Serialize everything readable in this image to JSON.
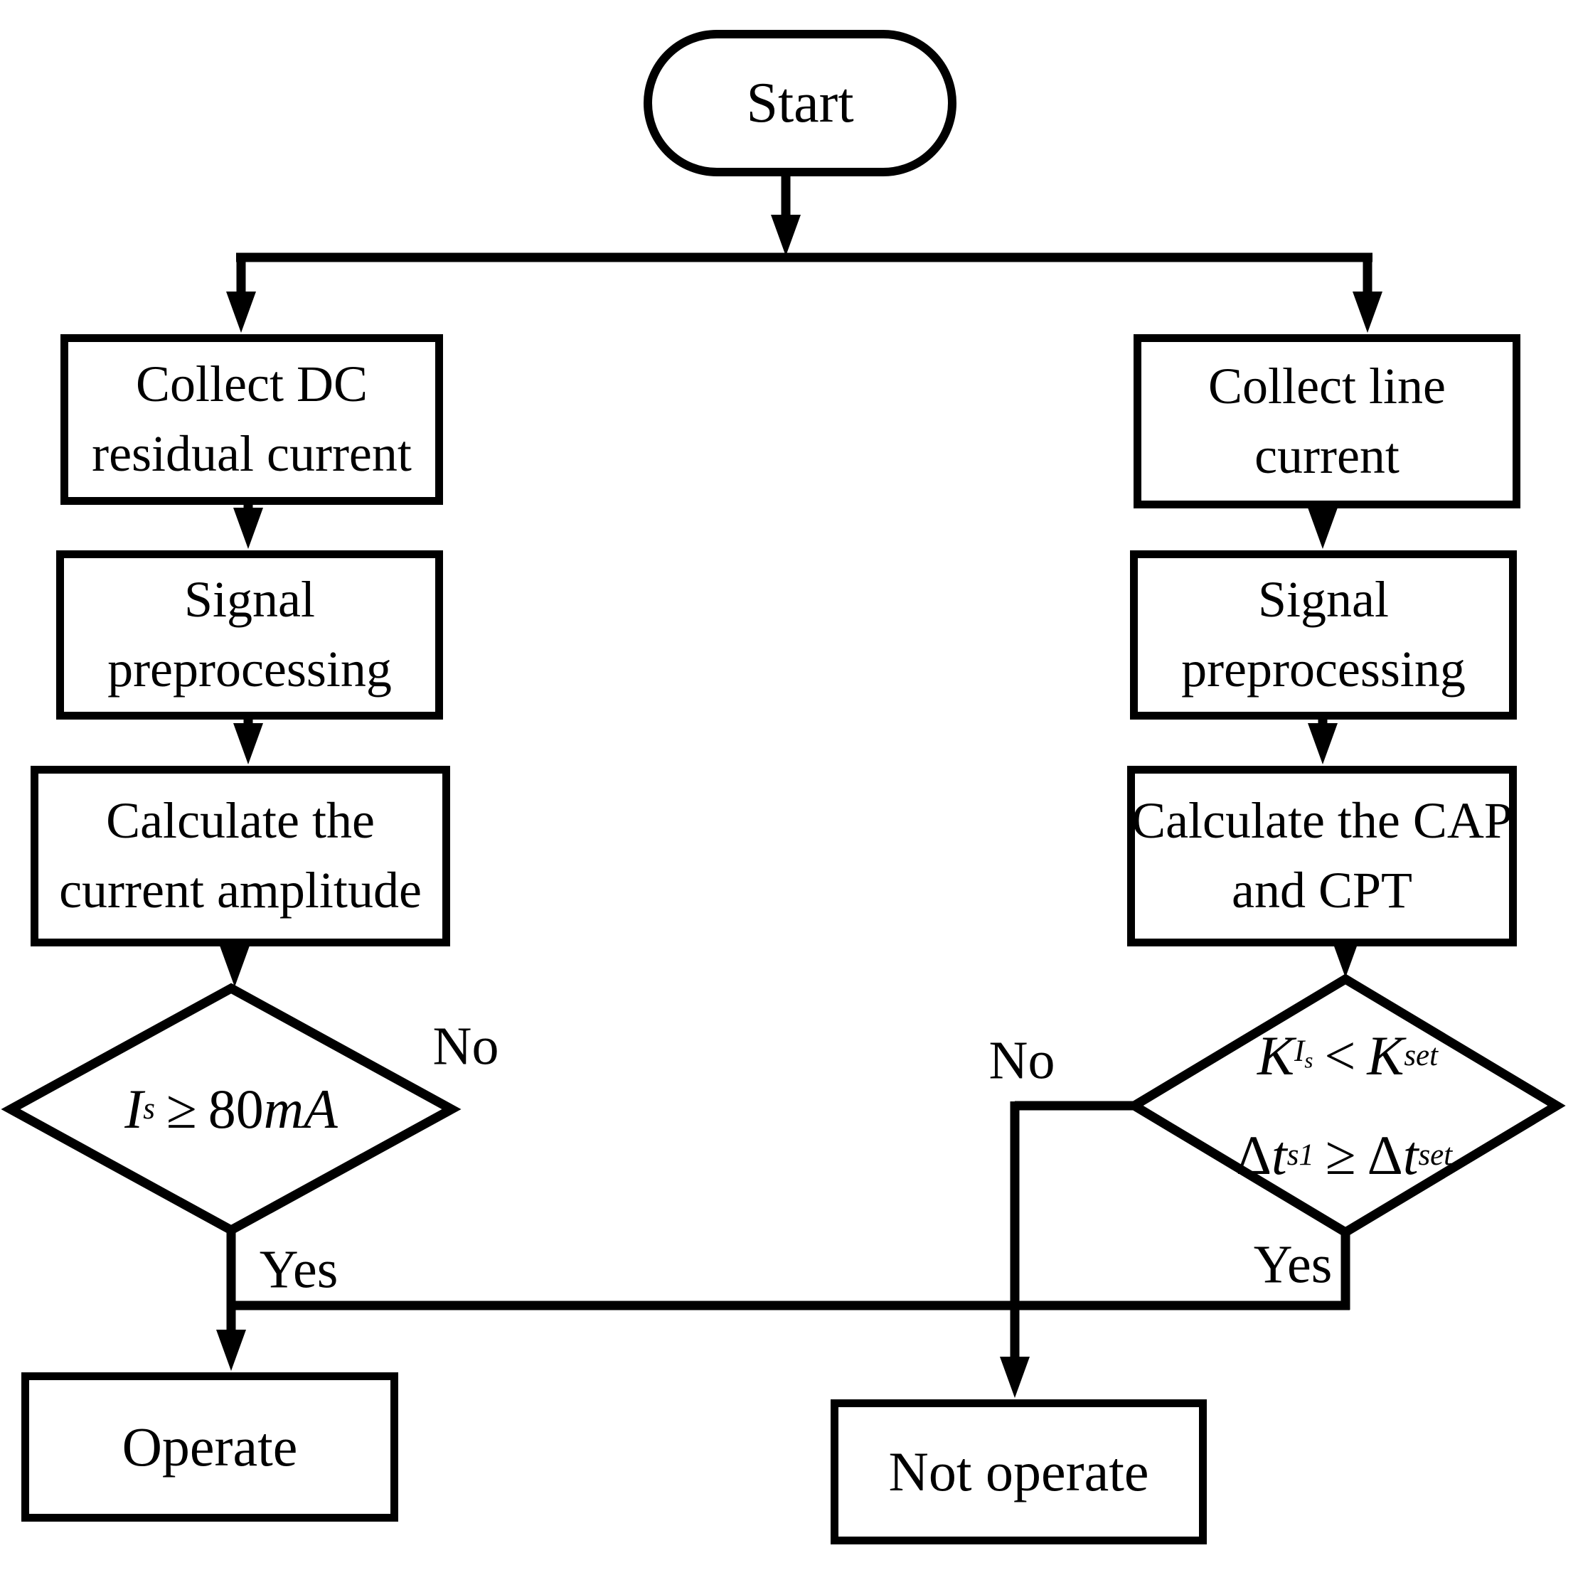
{
  "canvas": {
    "background": "#ffffff",
    "stroke_color": "#000000"
  },
  "nodes": {
    "start": {
      "label": "Start"
    },
    "collect_dc": {
      "line1": "Collect DC",
      "line2": "residual current"
    },
    "signal_prep_left": {
      "line1": "Signal",
      "line2": "preprocessing"
    },
    "calc_amplitude": {
      "line1": "Calculate the",
      "line2": "current amplitude"
    },
    "decision_current": {
      "var": "I",
      "var_sub": "s",
      "op": "≥",
      "value": "80",
      "unit": "mA"
    },
    "operate": {
      "label": "Operate"
    },
    "collect_line": {
      "line1": "Collect line",
      "line2": "current"
    },
    "signal_prep_right": {
      "line1": "Signal",
      "line2": "preprocessing"
    },
    "calc_cap_cpt": {
      "line1": "Calculate the CAP",
      "line2": "and CPT"
    },
    "decision_ratio": {
      "k1": "K",
      "k1_sub": "I",
      "k1_sub_sub": "s",
      "op1": "<",
      "k2": "K",
      "k2_sub": "set",
      "d1": "Δ",
      "t1": "t",
      "t1_sub": "s1",
      "op2": "≥",
      "d2": "Δ",
      "t2": "t",
      "t2_sub": "set"
    },
    "not_operate": {
      "label": "Not operate"
    }
  },
  "edge_labels": {
    "left_no": "No",
    "left_yes": "Yes",
    "right_no": "No",
    "right_yes": "Yes"
  }
}
